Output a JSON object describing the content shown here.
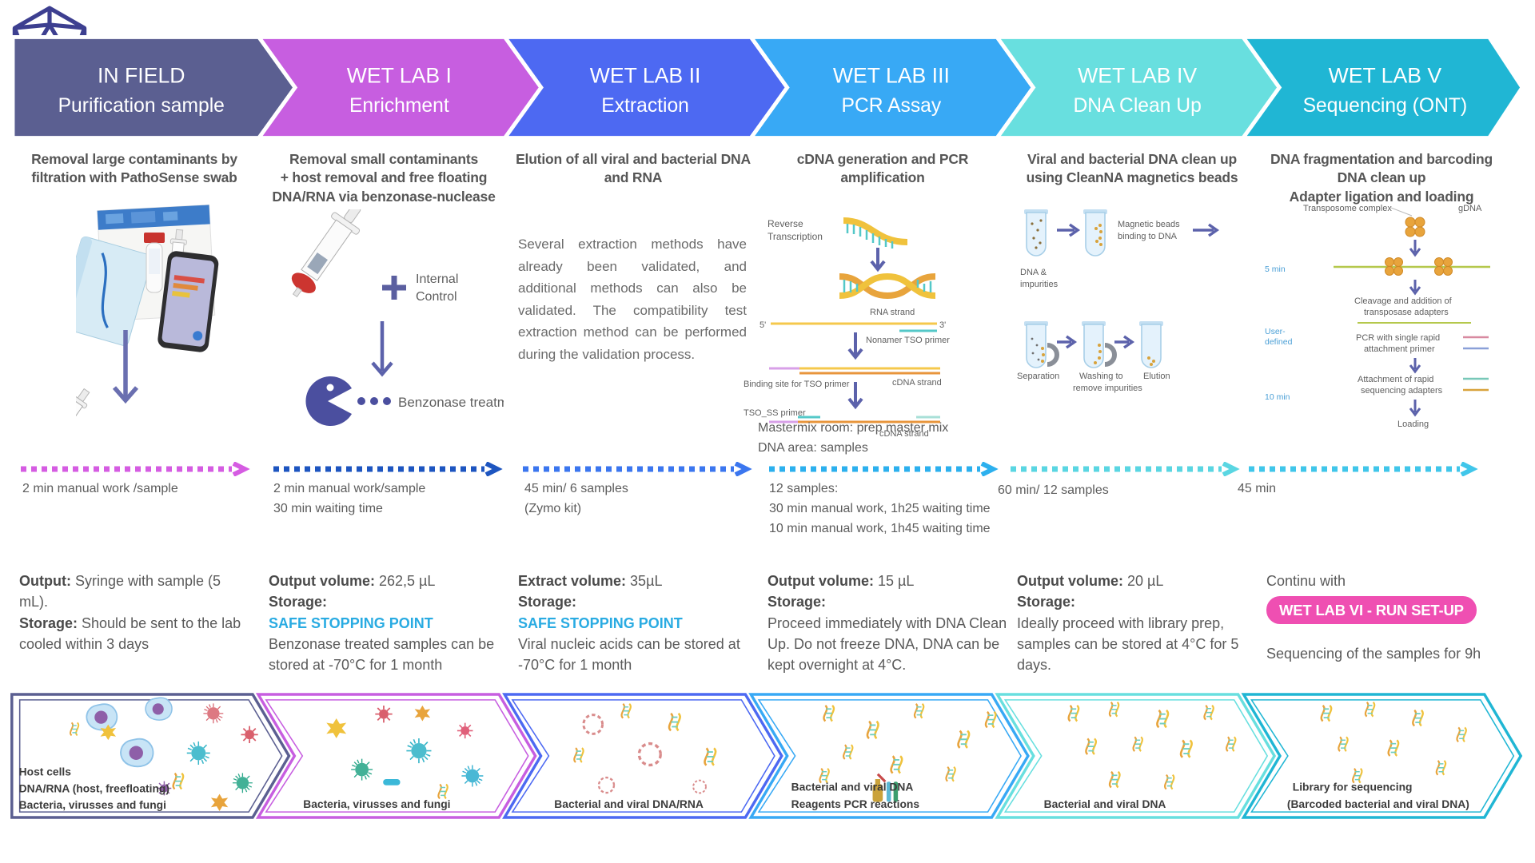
{
  "logo": {
    "icon": "pathosense-logo"
  },
  "accent_colors": {
    "safe_stopping": "#29abe2",
    "run_pill": "#ef4fb2",
    "arrow_indigo": "#5c62ab"
  },
  "stages": [
    {
      "title1": "IN FIELD",
      "title2": "Purification sample",
      "color": "#5b5f91",
      "timing_color": "#d55ce2",
      "subtitle_lines": [
        "Removal large contaminants by",
        "filtration with PathoSense swab"
      ],
      "timing": [
        "2 min manual work /sample"
      ],
      "output": {
        "label1": "Output:",
        "text1": " Syringe with sample (5 mL).",
        "label2": "Storage:",
        "text2": " Should be sent to the lab cooled within 3 days"
      },
      "bottom": [
        "Host cells",
        "DNA/RNA (host, freefloating)",
        "Bacteria, virusses and fungi"
      ]
    },
    {
      "title1": "WET LAB I",
      "title2": "Enrichment",
      "color": "#c75ee0",
      "timing_color": "#1d55c0",
      "subtitle_lines": [
        "Removal small contaminants",
        "+ host removal and free floating",
        "DNA/RNA via benzonase-nuclease"
      ],
      "timing": [
        "2 min manual work/sample",
        "30 min waiting time"
      ],
      "diagram": {
        "plus": "+",
        "internal1": "Internal",
        "internal2": "Control",
        "benzonase": "Benzonase treatment"
      },
      "output": {
        "label1": "Output volume:",
        "text1": " 262,5 µL",
        "label2": "Storage:",
        "safe": "SAFE STOPPING POINT",
        "text2": "Benzonase treated samples can be stored at -70°C for 1 month"
      },
      "bottom": [
        "Bacteria, virusses and fungi"
      ]
    },
    {
      "title1": "WET LAB II",
      "title2": "Extraction",
      "color": "#4d69f2",
      "timing_color": "#3b76ef",
      "subtitle_lines": [
        "Elution of all viral and bacterial DNA",
        "and RNA"
      ],
      "timing": [
        "45 min/ 6 samples",
        "(Zymo kit)"
      ],
      "paragraph": "Several extraction methods have already been validated, and additional methods can also be validated. The compatibility test extraction method can be performed during the validation process.",
      "output": {
        "label1": "Extract volume:",
        "text1": " 35µL",
        "label2": "Storage:",
        "safe": "SAFE STOPPING POINT",
        "text2": "Viral nucleic acids can be stored at -70°C for 1 month"
      },
      "bottom": [
        "Bacterial and viral DNA/RNA"
      ]
    },
    {
      "title1": "WET LAB III",
      "title2": "PCR Assay",
      "color": "#38a9f5",
      "timing_color": "#2cb0ee",
      "subtitle_lines": [
        "cDNA generation and PCR",
        "amplification"
      ],
      "pre_timing": [
        "Mastermix room: prep master mix",
        "DNA area: samples"
      ],
      "timing": [
        "12 samples:",
        "30 min manual work, 1h25 waiting time",
        "10 min manual work, 1h45 waiting time"
      ],
      "diagram": {
        "rt1": "Reverse",
        "rt2": "Transcription",
        "five": "5'",
        "three": "3'",
        "rna": "RNA strand",
        "nonamer": "Nonamer TSO primer",
        "binding": "Binding site for TSO primer",
        "cdna1": "cDNA strand",
        "tso": "TSO_SS primer",
        "cdna2": "cDNA strand"
      },
      "output": {
        "label1": "Output volume:",
        "text1": " 15 µL",
        "label2": "Storage:",
        "text2": "Proceed immediately with DNA Clean Up. Do not freeze DNA, DNA can be kept overnight at 4°C."
      },
      "bottom": [
        "Bacterial and viral DNA",
        "Reagents PCR reactions"
      ]
    },
    {
      "title1": "WET LAB IV",
      "title2": "DNA Clean Up",
      "color": "#68dfdf",
      "timing_color": "#5ad6e2",
      "subtitle_lines": [
        "Viral and bacterial DNA clean up",
        "using CleanNA magnetics beads"
      ],
      "timing": [
        "60 min/ 12 samples"
      ],
      "diagram": {
        "dna_imp1": "DNA &",
        "dna_imp2": "impurities",
        "beads1": "Magnetic beads",
        "beads2": "binding to DNA",
        "separation": "Separation",
        "washing1": "Washing to",
        "washing2": "remove impurities",
        "elution": "Elution"
      },
      "output": {
        "label1": "Output volume:",
        "text1": " 20 µL",
        "label2": "Storage:",
        "text2": "Ideally proceed with library prep, samples can be stored at 4°C for 5 days."
      },
      "bottom": [
        "Bacterial and viral DNA"
      ]
    },
    {
      "title1": "WET LAB V",
      "title2": "Sequencing (ONT)",
      "color": "#20b6d4",
      "timing_color": "#40c6ea",
      "subtitle_lines": [
        "DNA fragmentation and barcoding",
        "DNA clean up",
        "Adapter ligation and loading"
      ],
      "timing": [
        "45 min"
      ],
      "diagram": {
        "transposome": "Transposome complex",
        "gdna": "gDNA",
        "t5": "5 min",
        "cleavage1": "Cleavage and addition of",
        "cleavage2": "transposase adapters",
        "user1": "User-",
        "user2": "defined",
        "pcr1": "PCR with single rapid",
        "pcr2": "attachment primer",
        "attach1": "Attachment of rapid",
        "attach2": "sequencing adapters",
        "t10": "10 min",
        "loading": "Loading"
      },
      "output": {
        "continu": "Continu with",
        "pill": "WET LAB VI - RUN SET-UP",
        "text": "Sequencing of the samples for 9h"
      },
      "bottom": [
        "Library for sequencing",
        "(Barcoded bacterial and viral DNA)"
      ]
    }
  ]
}
